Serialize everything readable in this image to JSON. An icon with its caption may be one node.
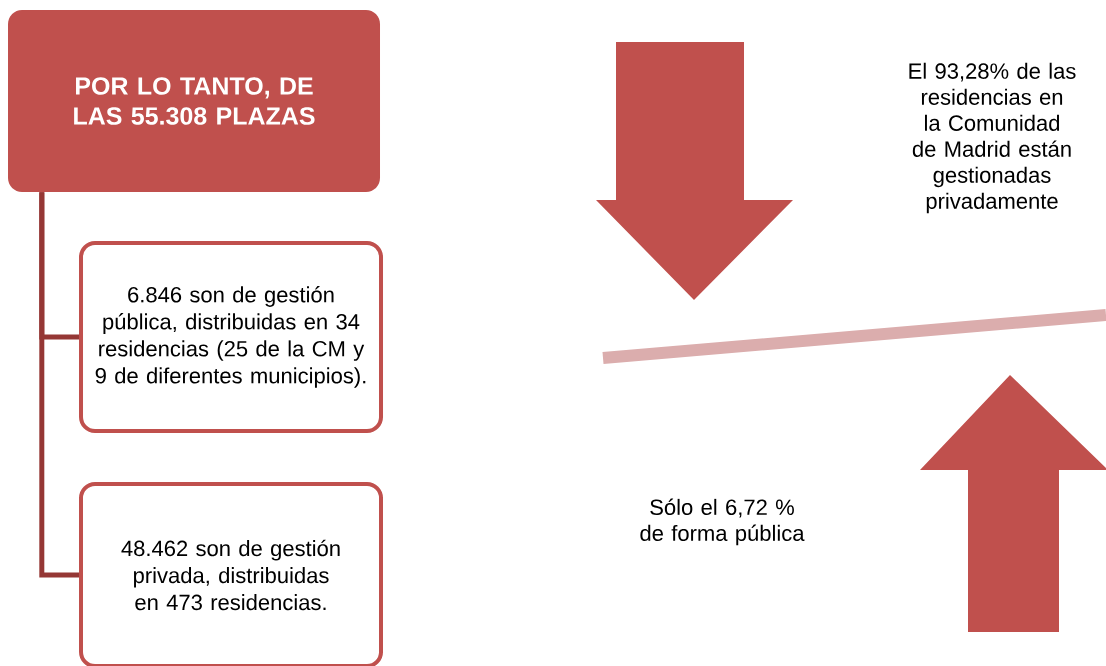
{
  "diagram": {
    "nodes": [
      {
        "text": [
          "POR LO TANTO, DE LAS 55.308 PLAZAS"
        ]
      },
      {
        "text": [
          "6.846 son de gestión pública, distribuidas en 34 residencias (25 de la CM y   9 de diferentes municipios)."
        ]
      },
      {
        "text": [
          "48.462 son de gestión privada, distribuidas en 473 residencias."
        ]
      }
    ],
    "edges": [
      {
        "from": 0,
        "to": 1,
        "arrow": "none"
      },
      {
        "from": 0,
        "to": 2,
        "arrow": "none"
      }
    ],
    "labels": [
      "El 93,28% de las residencias en la Comunidad de Madrid están gestionadas privadamente",
      "Sólo el 6,72 % de forma pública"
    ]
  }
}
